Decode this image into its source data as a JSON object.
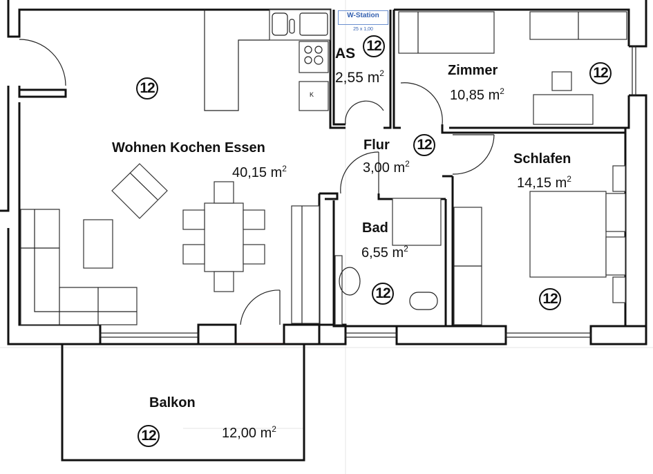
{
  "plan": {
    "rooms": [
      {
        "id": "wohnen",
        "name": "Wohnen Kochen Essen",
        "area": "40,15",
        "unit": "m",
        "exp": "2",
        "badge": "12"
      },
      {
        "id": "as",
        "name": "AS",
        "area": "2,55",
        "unit": "m",
        "exp": "2",
        "badge": "12"
      },
      {
        "id": "zimmer",
        "name": "Zimmer",
        "area": "10,85",
        "unit": "m",
        "exp": "2",
        "badge": "12"
      },
      {
        "id": "flur",
        "name": "Flur",
        "area": "3,00",
        "unit": "m",
        "exp": "2",
        "badge": "12"
      },
      {
        "id": "schlafen",
        "name": "Schlafen",
        "area": "14,15",
        "unit": "m",
        "exp": "2",
        "badge": "12"
      },
      {
        "id": "bad",
        "name": "Bad",
        "area": "6,55",
        "unit": "m",
        "exp": "2",
        "badge": "12"
      },
      {
        "id": "balkon",
        "name": "Balkon",
        "area": "12,00",
        "unit": "m",
        "exp": "2",
        "badge": "12"
      }
    ],
    "washer_station": {
      "label": "W-Station",
      "size": "25 x 1,00"
    },
    "kitchen_symbol": "K",
    "colors": {
      "wall": "#111111",
      "accent": "#3460b0",
      "threshold": "#d04040"
    }
  }
}
